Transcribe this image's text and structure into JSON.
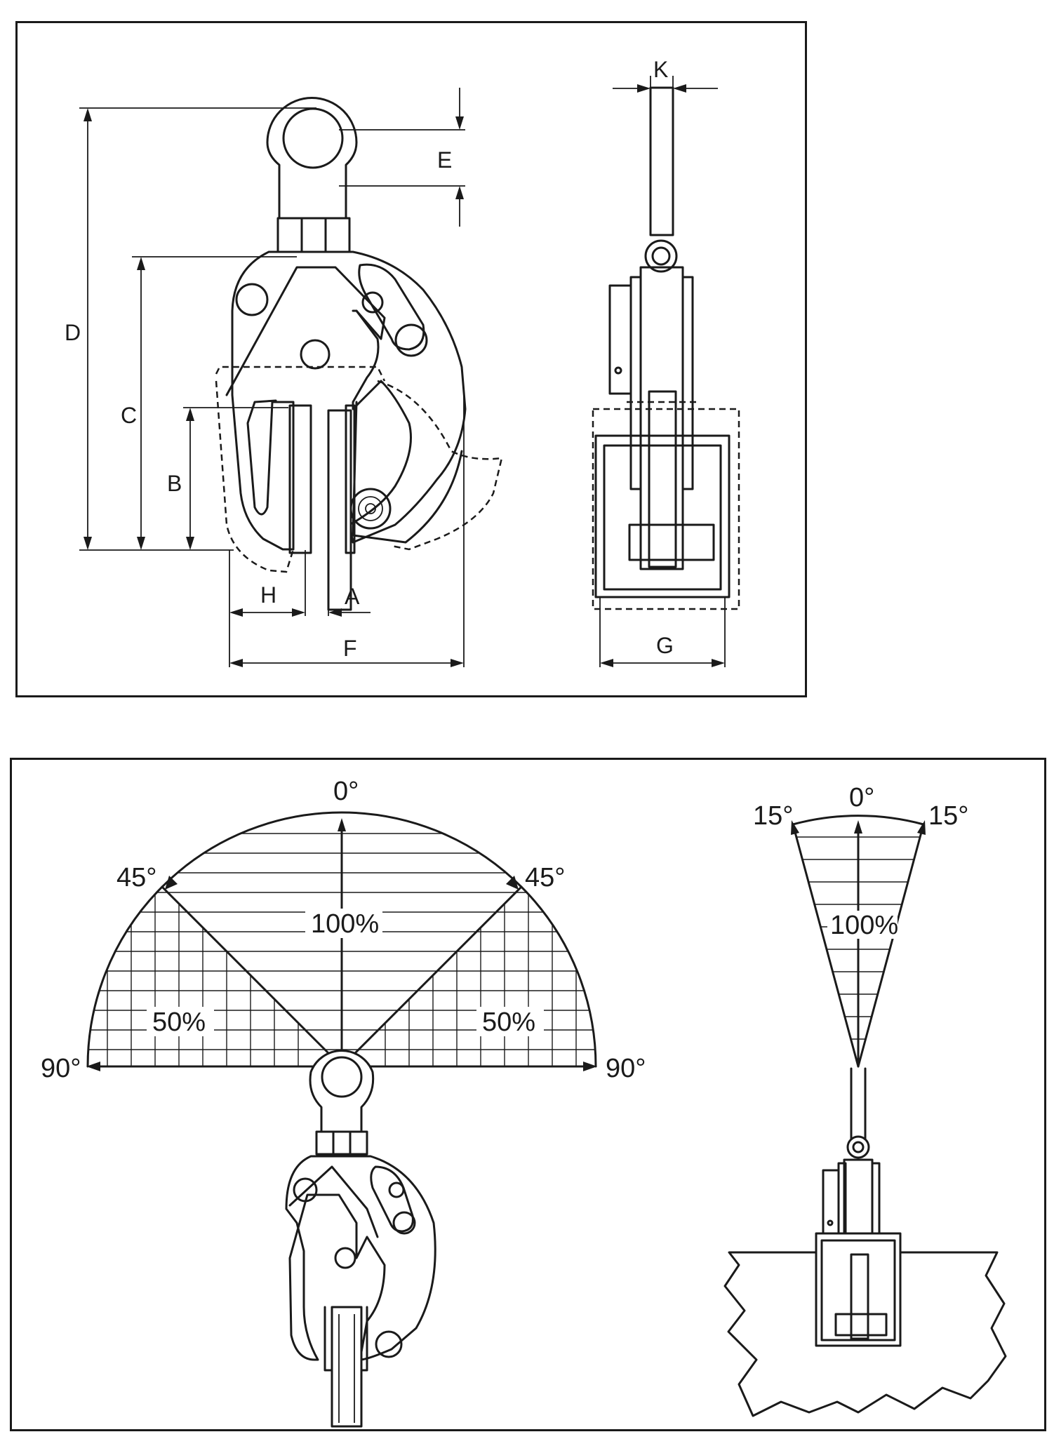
{
  "dimension_drawing": {
    "labels": {
      "A": "A",
      "B": "B",
      "C": "C",
      "D": "D",
      "E": "E",
      "F": "F",
      "G": "G",
      "H": "H",
      "K": "K"
    }
  },
  "load_angle_drawing": {
    "front_view": {
      "angle_top": "0°",
      "angle_left_45": "45°",
      "angle_right_45": "45°",
      "angle_left_90": "90°",
      "angle_right_90": "90°",
      "capacity_center": "100%",
      "capacity_left": "50%",
      "capacity_right": "50%"
    },
    "side_view": {
      "angle_top": "0°",
      "angle_left": "15°",
      "angle_right": "15°",
      "capacity_center": "100%"
    }
  }
}
